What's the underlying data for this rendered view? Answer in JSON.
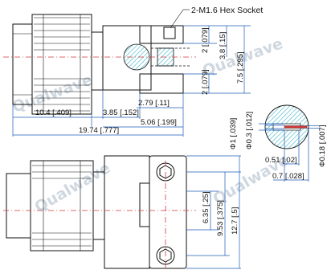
{
  "callout": {
    "hex_socket": "2-M1.6 Hex Socket"
  },
  "watermark": {
    "brand": "Qualwave"
  },
  "side_view": {
    "dims": {
      "d1": "2 [.079]",
      "d2": "3.8 [.15]",
      "d3": "7.5 [.295]",
      "d4": "2 [.079]",
      "d5": "2.79 [.11]",
      "d6": "10.4 [.409]",
      "d7": "3.85 [.152]",
      "d8": "5.06 [.199]",
      "d9": "19.74 [.777]"
    }
  },
  "detail_view": {
    "dims": {
      "phi1": "Φ1 [.039]",
      "phi03": "Φ0.3 [.012]",
      "d051": "0.51 [.02]",
      "d07": "0.7 [.028]",
      "phi018": "Φ0.18 [.007]"
    }
  },
  "front_view": {
    "dims": {
      "d635": "6.35 [.25]",
      "d953": "9.53 [.375]",
      "d127": "12.7 [.5]"
    }
  },
  "colors": {
    "line": "#111111",
    "dimension": "#1e5bb8",
    "centerline": "#d23a3a",
    "hatch": "#3bb4c8",
    "watermark": "#cfd8e0"
  }
}
